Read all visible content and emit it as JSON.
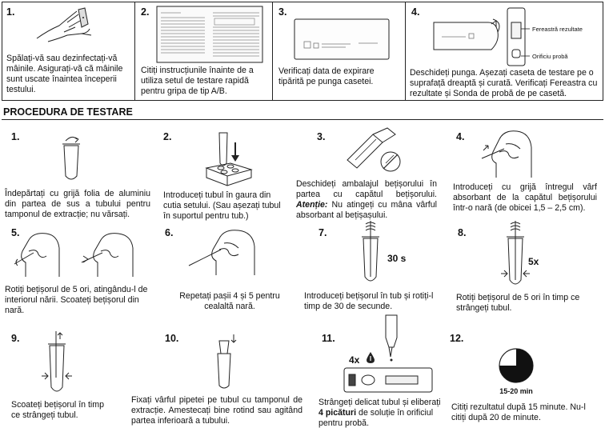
{
  "preparation": {
    "steps": [
      {
        "number": "1.",
        "text": "Spălați-vă sau dezinfectați-vă mâinile. Asigurați-vă că mâinile sunt uscate înaintea începerii testului."
      },
      {
        "number": "2.",
        "text": "Citiți instrucțiunile înainte de a utiliza setul de testare rapidă pentru gripa de tip A/B."
      },
      {
        "number": "3.",
        "text": "Verificați data de expirare tipărită pe punga casetei."
      },
      {
        "number": "4.",
        "text": "Deschideți punga. Așezați caseta de testare pe o suprafață dreaptă și curată. Verificați Fereastra cu rezultate și Sonda de probă de pe casetă."
      }
    ],
    "cassette_labels": {
      "result_window": "Fereastră rezultate",
      "sample_port": "Orificiu probă"
    }
  },
  "procedure": {
    "title": "PROCEDURA DE TESTARE",
    "steps": [
      {
        "number": "1.",
        "text": "Îndepărtați cu grijă folia de aluminiu din partea de sus a tubului pentru tamponul de extracție; nu vărsați."
      },
      {
        "number": "2.",
        "text": "Introduceți tubul în gaura din cutia setului. (Sau așezați tubul în suportul pentru tub.)"
      },
      {
        "number": "3.",
        "text": "Deschideți ambalajul bețișorului în partea cu capătul bețișorului.",
        "note_label": "Atenție:",
        "note_text": " Nu atingeți cu mâna vârful absorbant al bețișașului."
      },
      {
        "number": "4.",
        "text": "Introduceți cu grijă întregul vârf absorbant de la capătul bețișorului într-o nară (de obicei 1,5 – 2,5 cm)."
      },
      {
        "number": "5.",
        "text": "Rotiți bețișorul de 5 ori, atingându-l de interiorul nării. Scoateți bețișorul din nară."
      },
      {
        "number": "6.",
        "text": "Repetați pașii 4 și 5 pentru cealaltă nară."
      },
      {
        "number": "7.",
        "text": "Introduceți bețișorul în tub și rotiți-l timp de 30 de secunde.",
        "badge": "30 s"
      },
      {
        "number": "8.",
        "text": "Rotiți bețișorul de 5 ori în timp ce strângeți tubul.",
        "badge": "5x"
      },
      {
        "number": "9.",
        "text": "Scoateți bețișorul în timp ce strângeți tubul."
      },
      {
        "number": "10.",
        "text": "Fixați vârful pipetei pe tubul cu tamponul de extracție. Amestecați bine rotind sau agitând partea inferioară a tubului."
      },
      {
        "number": "11.",
        "text_before": "Strângeți delicat tubul și eliberați ",
        "text_bold": "4 picături",
        "text_after": " de soluție în orificiul pentru probă.",
        "badge": "4x"
      },
      {
        "number": "12.",
        "text": "Citiți rezultatul după 15 minute. Nu-l citiți după 20 de minute.",
        "badge": "15-20 min"
      }
    ]
  },
  "icons": [
    "hands-washing-icon",
    "instruction-leaflet-icon",
    "pouch-icon",
    "cassette-icon",
    "tube-foil-icon",
    "tube-rack-icon",
    "swab-package-icon",
    "nose-swab-icon",
    "tube-swab-icon",
    "pipette-tip-icon",
    "drop-icon",
    "timer-icon",
    "arrow-down-icon",
    "arrow-up-icon"
  ]
}
